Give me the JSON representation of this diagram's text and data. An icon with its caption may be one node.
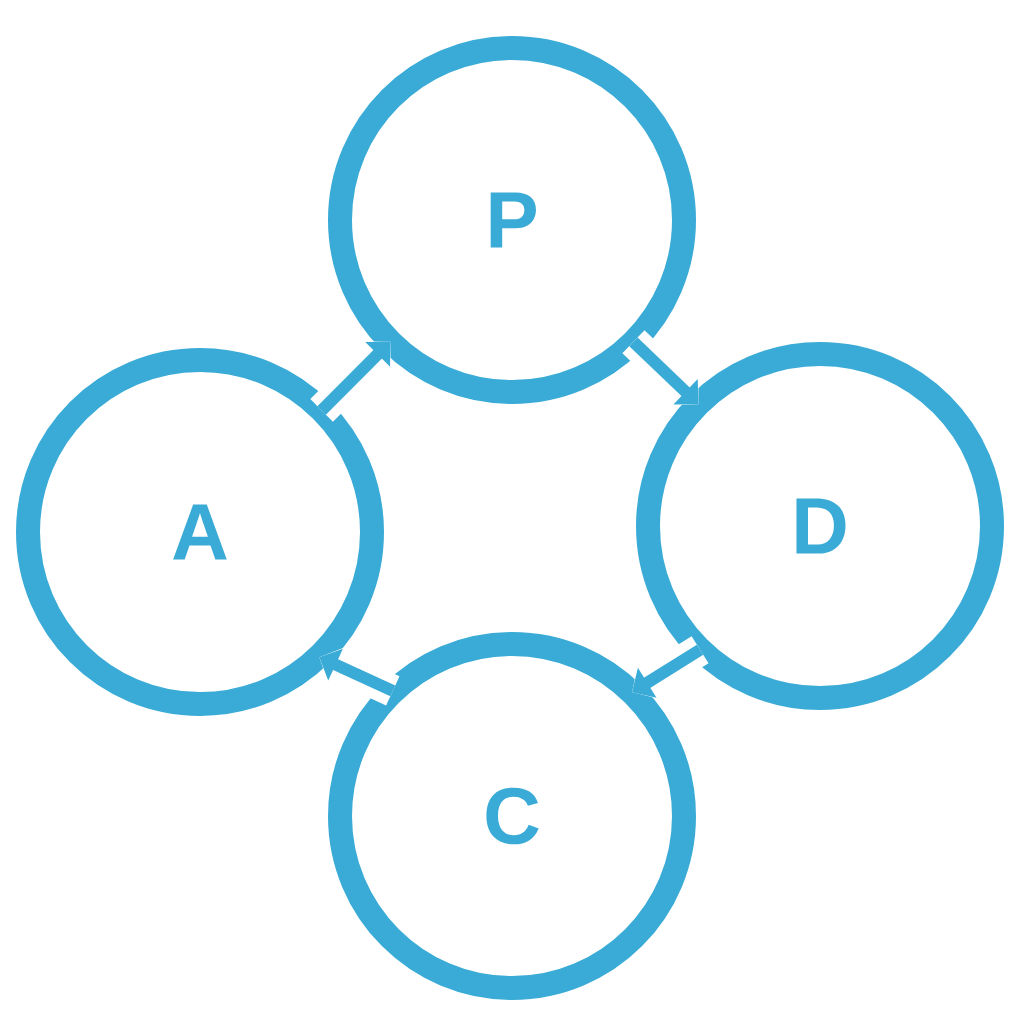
{
  "diagram": {
    "nodes": [
      {
        "text": [
          "P"
        ]
      },
      {
        "text": [
          "D"
        ]
      },
      {
        "text": [
          "C"
        ]
      },
      {
        "text": [
          "A"
        ]
      }
    ],
    "edges": [
      {
        "from": 3,
        "to": 0,
        "arrow": "to"
      },
      {
        "from": 0,
        "to": 1,
        "arrow": "to"
      },
      {
        "from": 1,
        "to": 2,
        "arrow": "to"
      },
      {
        "from": 2,
        "to": 3,
        "arrow": "to"
      }
    ]
  }
}
